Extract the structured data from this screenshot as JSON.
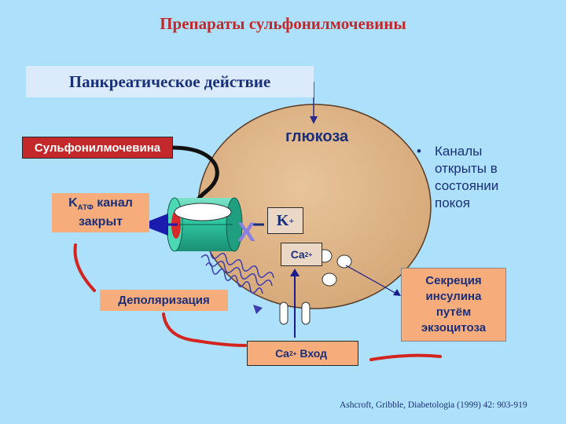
{
  "title": "Препараты сульфонилмочевины",
  "pancreatic_action": "Панкреатическое действие",
  "drug_label": "Сульфонилмочевина",
  "glucose_label": "глюкоза",
  "katp": {
    "k": "K",
    "sub": "АТФ",
    "rest": " канал",
    "line2": "закрыт"
  },
  "potassium": {
    "symbol": "K",
    "sup": "+"
  },
  "calcium_inside": {
    "symbol": "Ca",
    "sup": "2+"
  },
  "depolarization": "Деполяризация",
  "calcium_entry": {
    "symbol": "Ca",
    "sup": "2+",
    "rest": " Вход ",
    "glyph": ""
  },
  "secretion": [
    "Секреция",
    "инсулина",
    "путём",
    "экзоцитоза"
  ],
  "bullet": {
    "marker": "•",
    "text": "Каналы открыты в состоянии покоя"
  },
  "block_mark": "X",
  "citation": "Ashcroft, Gribble, Diabetologia (1999) 42: 903-919",
  "colors": {
    "background": "#ade1fb",
    "cell": "#dfb386",
    "accent_red": "#c4282a",
    "orange_box": "#f7ac7c",
    "navy": "#1a2f7a",
    "channel_teal": "#2fc6a1",
    "block_x": "#8a7fe0"
  }
}
